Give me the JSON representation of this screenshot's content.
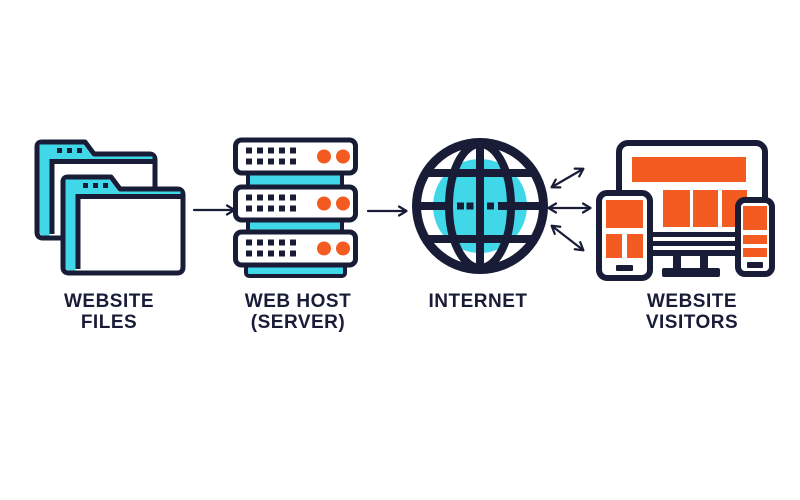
{
  "diagram": {
    "colors": {
      "navy": "#181c37",
      "cyan": "#40d7e8",
      "orange": "#f45b21",
      "background": "#ffffff"
    },
    "nodes": [
      {
        "id": "website-files",
        "label": "WEBSITE\nFILES",
        "icon": "folders-icon"
      },
      {
        "id": "web-host",
        "label": "WEB HOST\n(SERVER)",
        "icon": "server-stack-icon"
      },
      {
        "id": "internet",
        "label": "INTERNET",
        "icon": "globe-icon"
      },
      {
        "id": "website-visitors",
        "label": "WEBSITE\nVISITORS",
        "icon": "devices-icon"
      }
    ],
    "connectors": [
      {
        "from": "website-files",
        "to": "web-host",
        "style": "single-arrow-right"
      },
      {
        "from": "web-host",
        "to": "internet",
        "style": "single-arrow-right"
      },
      {
        "from": "internet",
        "to": "website-visitors",
        "style": "three-double-headed-arrows"
      }
    ]
  }
}
